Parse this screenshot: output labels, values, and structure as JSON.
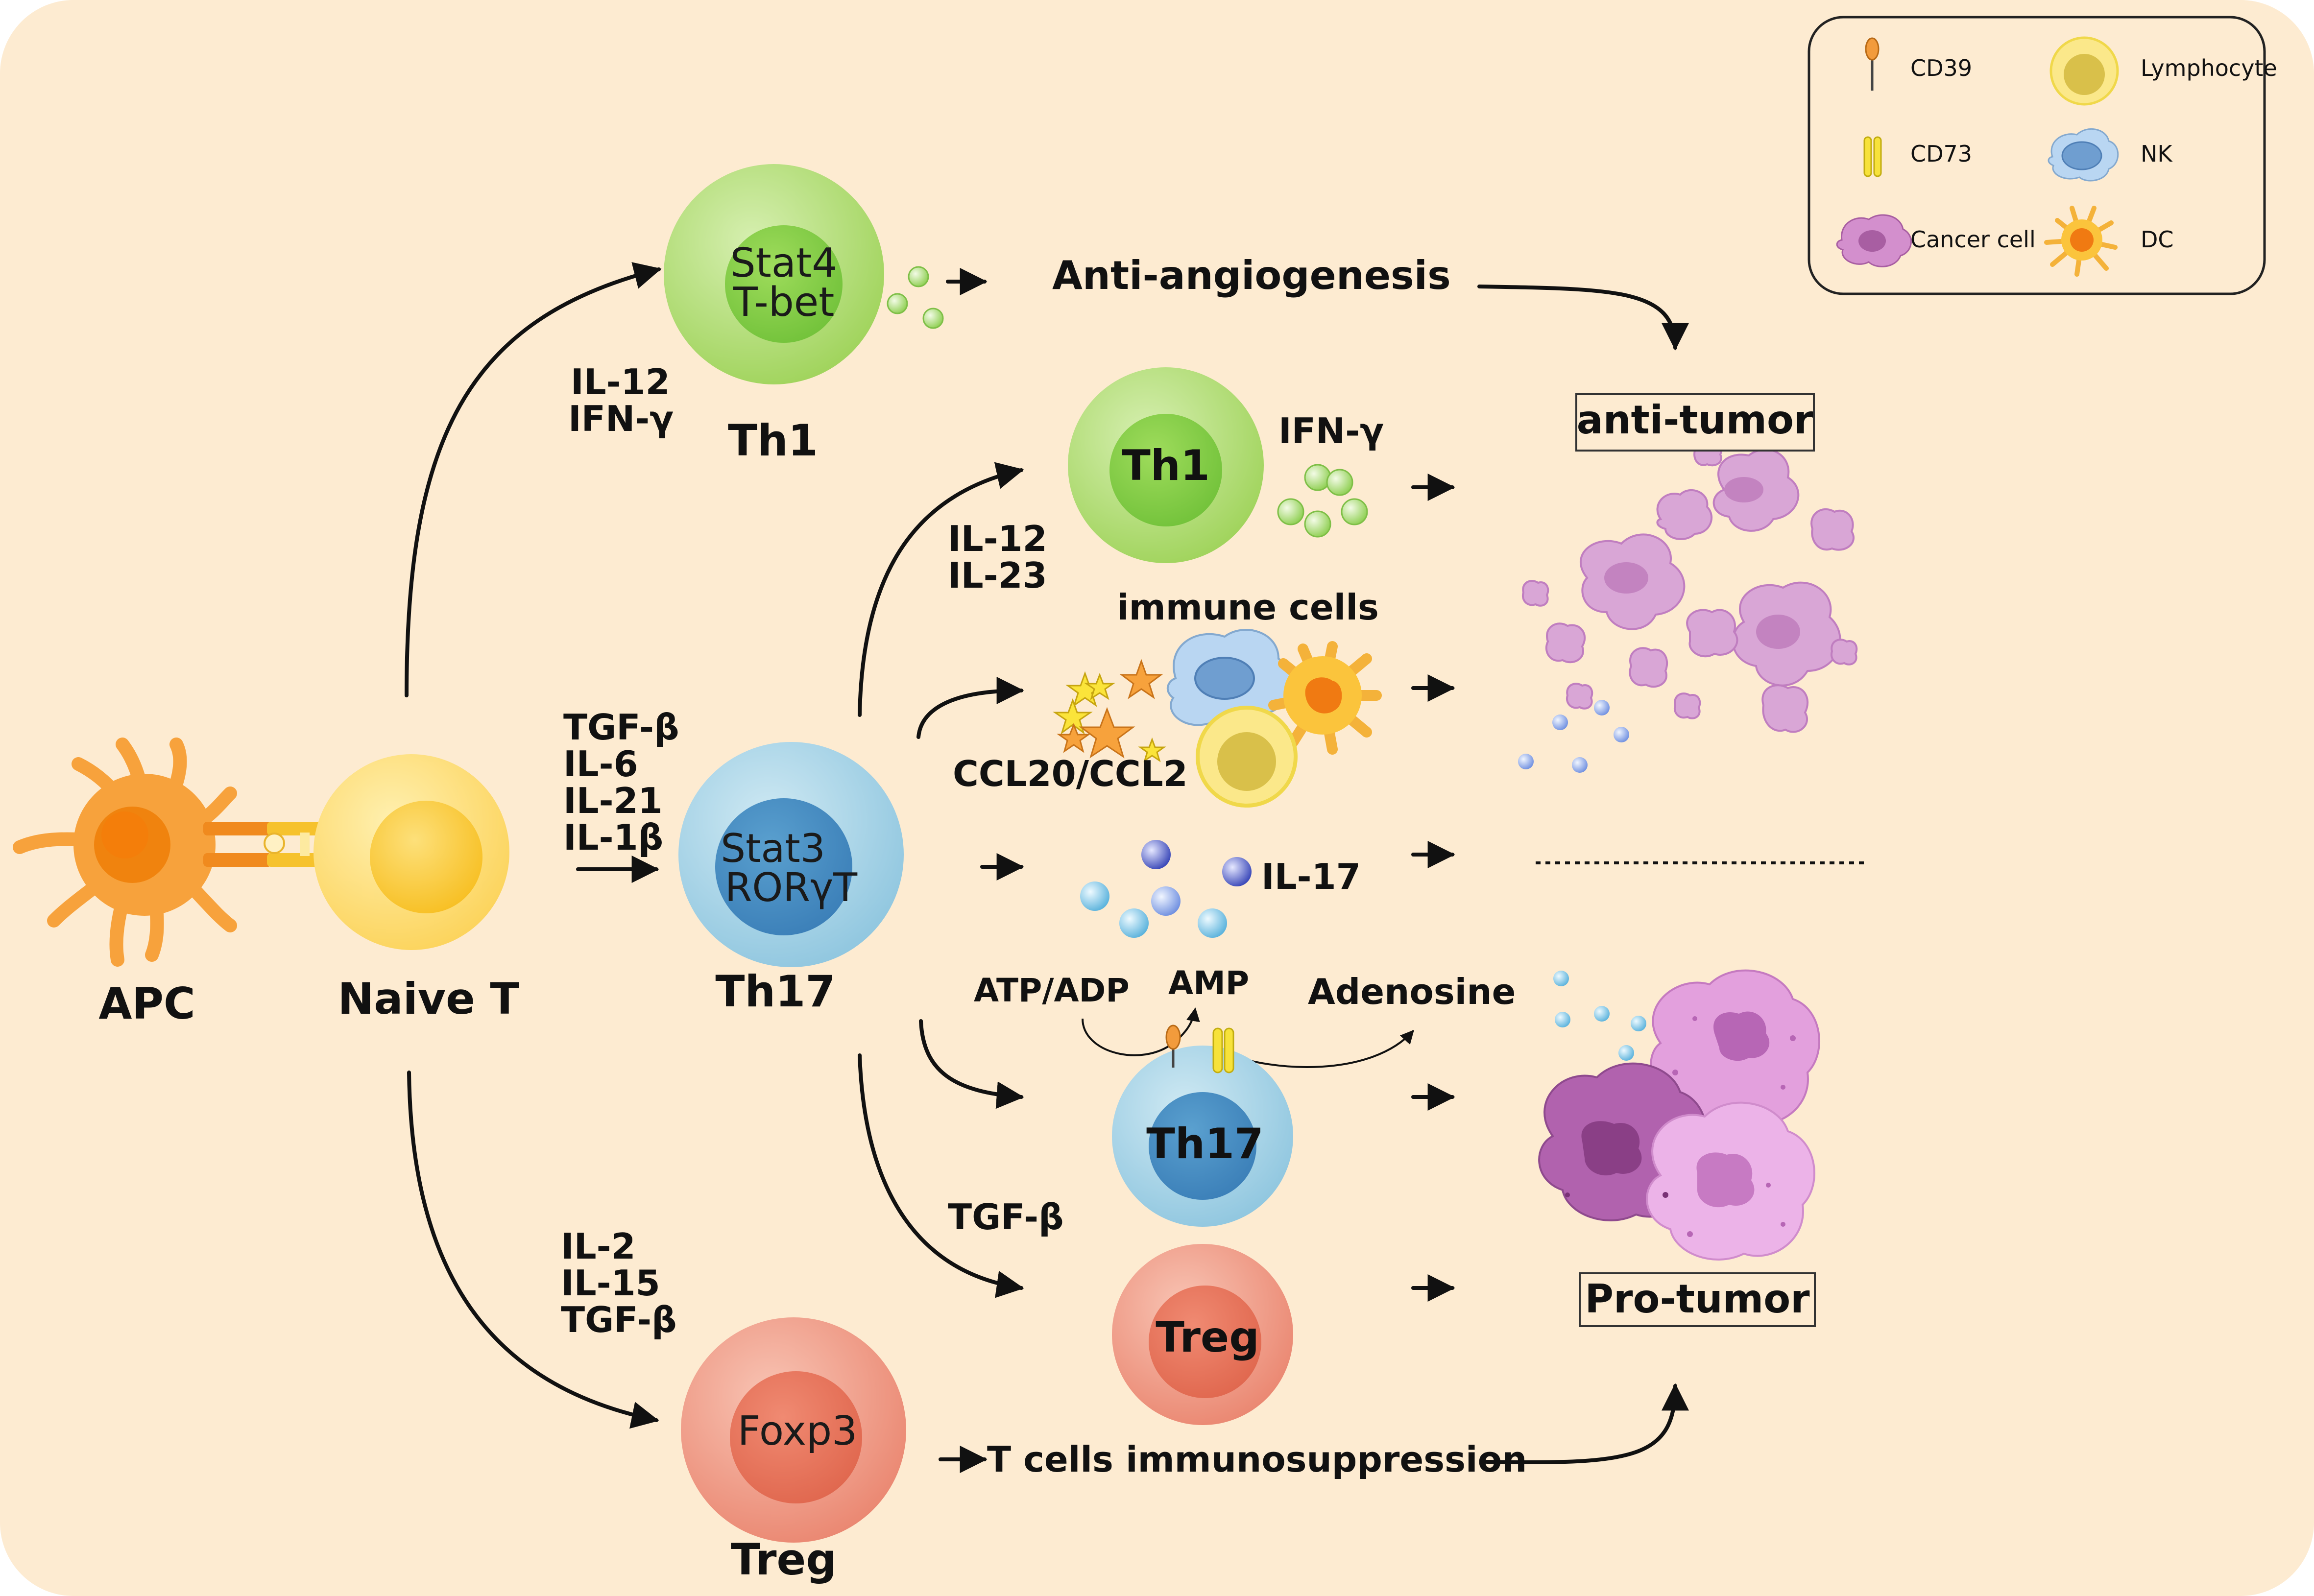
{
  "cells": {
    "apc": "APC",
    "naive_t": "Naive T",
    "th1": "Th1",
    "th1_tf1": "Stat4",
    "th1_tf2": "T-bet",
    "th17": "Th17",
    "th17_tf1": "Stat3",
    "th17_tf2": "RORγT",
    "treg": "Treg",
    "treg_tf": "Foxp3",
    "th1_small": "Th1",
    "th17_small": "Th17",
    "treg_small": "Treg"
  },
  "cytokines": {
    "th1_line1": "IL-12",
    "th1_line2": "IFN-γ",
    "th17_line1": "TGF-β",
    "th17_line2": "IL-6",
    "th17_line3": "IL-21",
    "th17_line4": "IL-1β",
    "treg_line1": "IL-2",
    "treg_line2": "IL-15",
    "treg_line3": "TGF-β",
    "th17_to_th1_line1": "IL-12",
    "th17_to_th1_line2": "IL-23",
    "th17_to_treg": "TGF-β",
    "ifn_gamma": "IFN-γ",
    "il17": "IL-17",
    "ccl": "CCL20/CCL2"
  },
  "outcomes": {
    "anti_angiogenesis": "Anti-angiogenesis",
    "immune_cells": "immune cells",
    "atp_adp": "ATP/ADP",
    "amp": "AMP",
    "adenosine": "Adenosine",
    "immunosuppression": "T cells immunosuppression",
    "anti_tumor": "anti-tumor",
    "pro_tumor": "Pro-tumor"
  },
  "legend": {
    "cd39": "CD39",
    "cd73": "CD73",
    "cancer_cell": "Cancer cell",
    "lymphocyte": "Lymphocyte",
    "nk": "NK",
    "dc": "DC"
  },
  "colors": {
    "background": "#fdebd1",
    "th1_green": "#a8d86a",
    "th17_blue": "#9fd0e4",
    "treg_red": "#ef8d78",
    "naive_yellow": "#fdd24c",
    "apc_orange": "#f7a23c",
    "tumor_purple": "#c979c4"
  }
}
